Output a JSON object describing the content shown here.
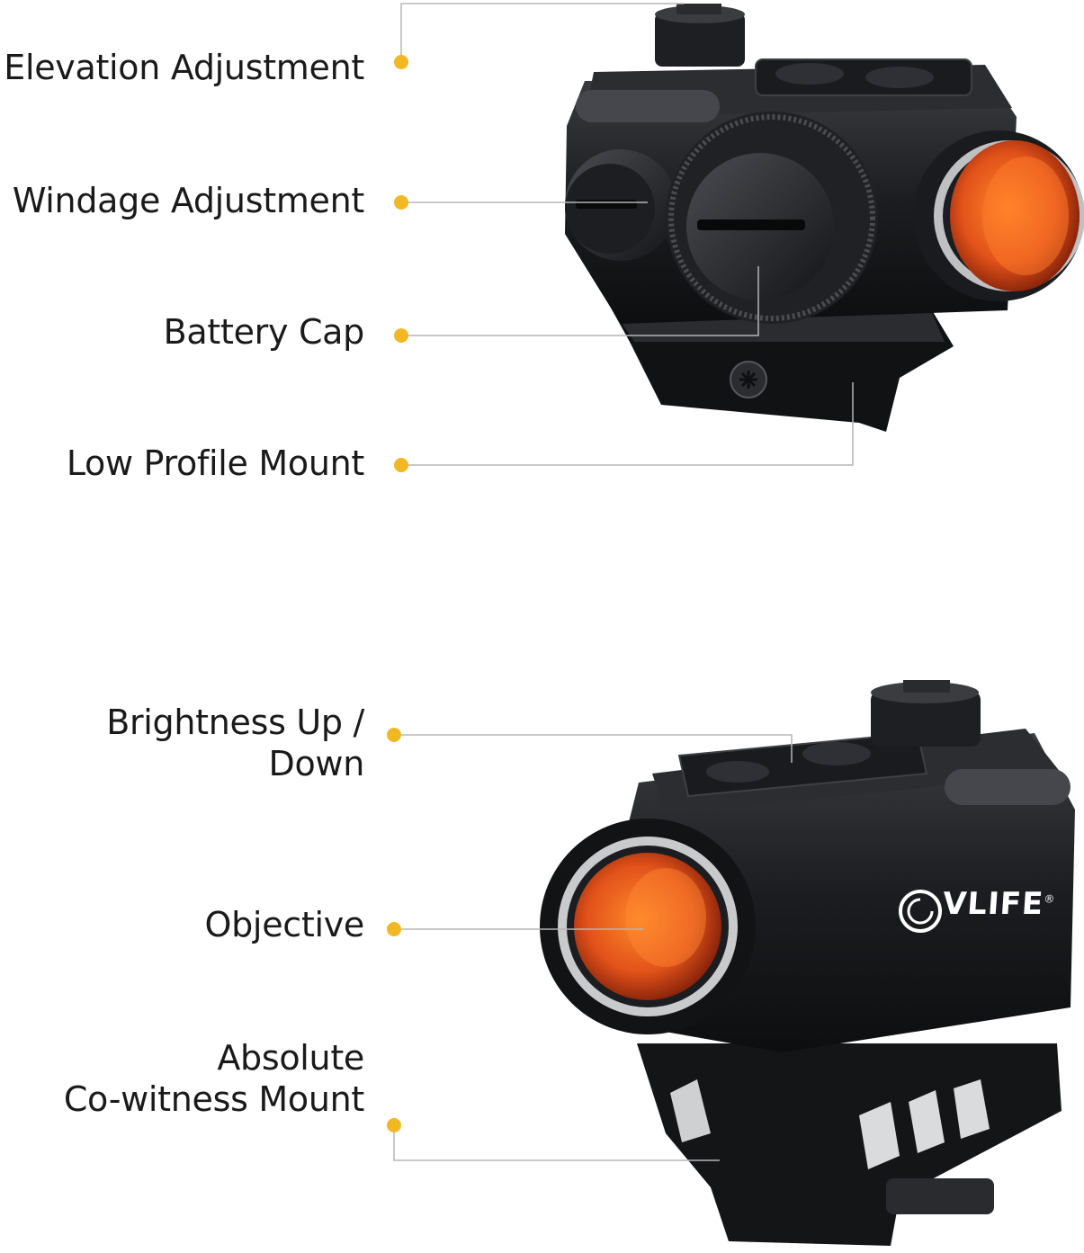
{
  "accent_color": "#F2B824",
  "top_callouts": [
    {
      "label": "Elevation Adjustment"
    },
    {
      "label": "Windage Adjustment"
    },
    {
      "label": "Battery Cap"
    },
    {
      "label": "Low Profile Mount"
    }
  ],
  "bottom_callouts": [
    {
      "label_line1": "Brightness Up /",
      "label_line2": "Down"
    },
    {
      "label": "Objective"
    },
    {
      "label_line1": "Absolute",
      "label_line2": "Co-witness Mount"
    }
  ],
  "brand": {
    "logo_text": "VLIFE",
    "registered_mark": "®"
  }
}
